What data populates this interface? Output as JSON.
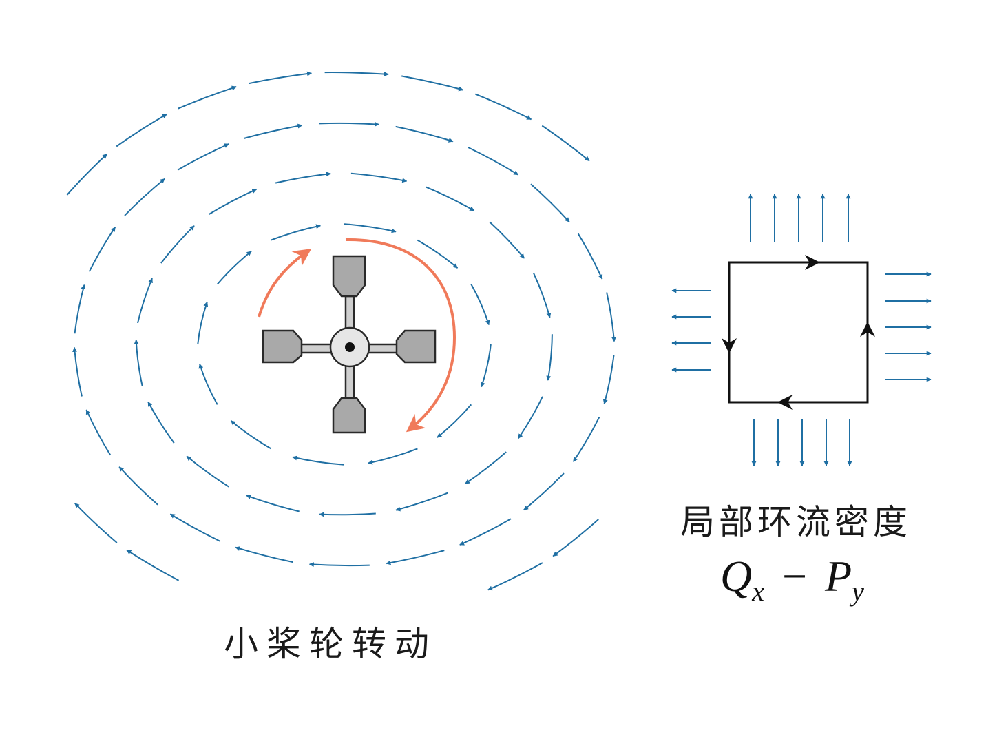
{
  "colors": {
    "flow_arrow": "#1f6fa3",
    "rotation_arrow": "#f07a5a",
    "paddle_fill": "#a9a9a9",
    "paddle_stroke": "#2a2a2a",
    "loop_stroke": "#111111",
    "flux_arrow": "#1f6fa3"
  },
  "labels": {
    "paddle_caption": "小桨轮转动",
    "circulation_caption": "局部环流密度",
    "formula": {
      "q": "Q",
      "q_sub": "x",
      "minus": "−",
      "p": "P",
      "p_sub": "y"
    }
  },
  "icons": {
    "paddle_wheel": "paddle-wheel-icon",
    "rotation": "clockwise-rotation-arrow-icon"
  }
}
